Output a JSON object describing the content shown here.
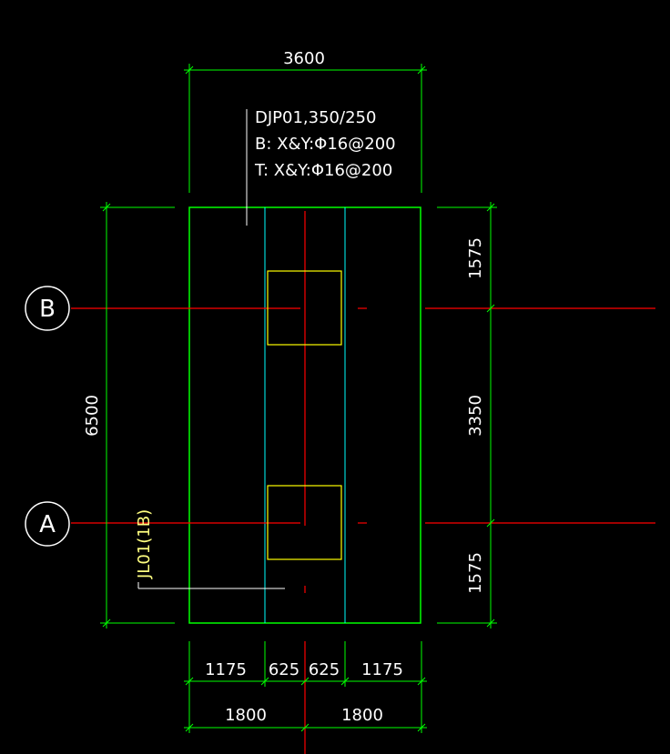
{
  "foundation": {
    "label_line1": "DJP01,350/250",
    "label_line2": "B: X&Y:Φ16@200",
    "label_line3": "T: X&Y:Φ16@200"
  },
  "beam": {
    "label": "JL01(1B)"
  },
  "grid_axes": [
    {
      "id": "B",
      "label": "B"
    },
    {
      "id": "A",
      "label": "A"
    }
  ],
  "dimensions": {
    "top_total": "3600",
    "left_total": "6500",
    "right_segments": [
      "1575",
      "3350",
      "1575"
    ],
    "bottom_segments": [
      "1175",
      "625",
      "625",
      "1175"
    ],
    "bottom_halves": [
      "1800",
      "1800"
    ]
  },
  "colors": {
    "background": "#000000",
    "outline": "#00ff00",
    "beam_edge": "#00ffff",
    "axis": "#ff0000",
    "column": "#ffff00",
    "text": "#ffffff",
    "beam_label": "#ffff80"
  }
}
